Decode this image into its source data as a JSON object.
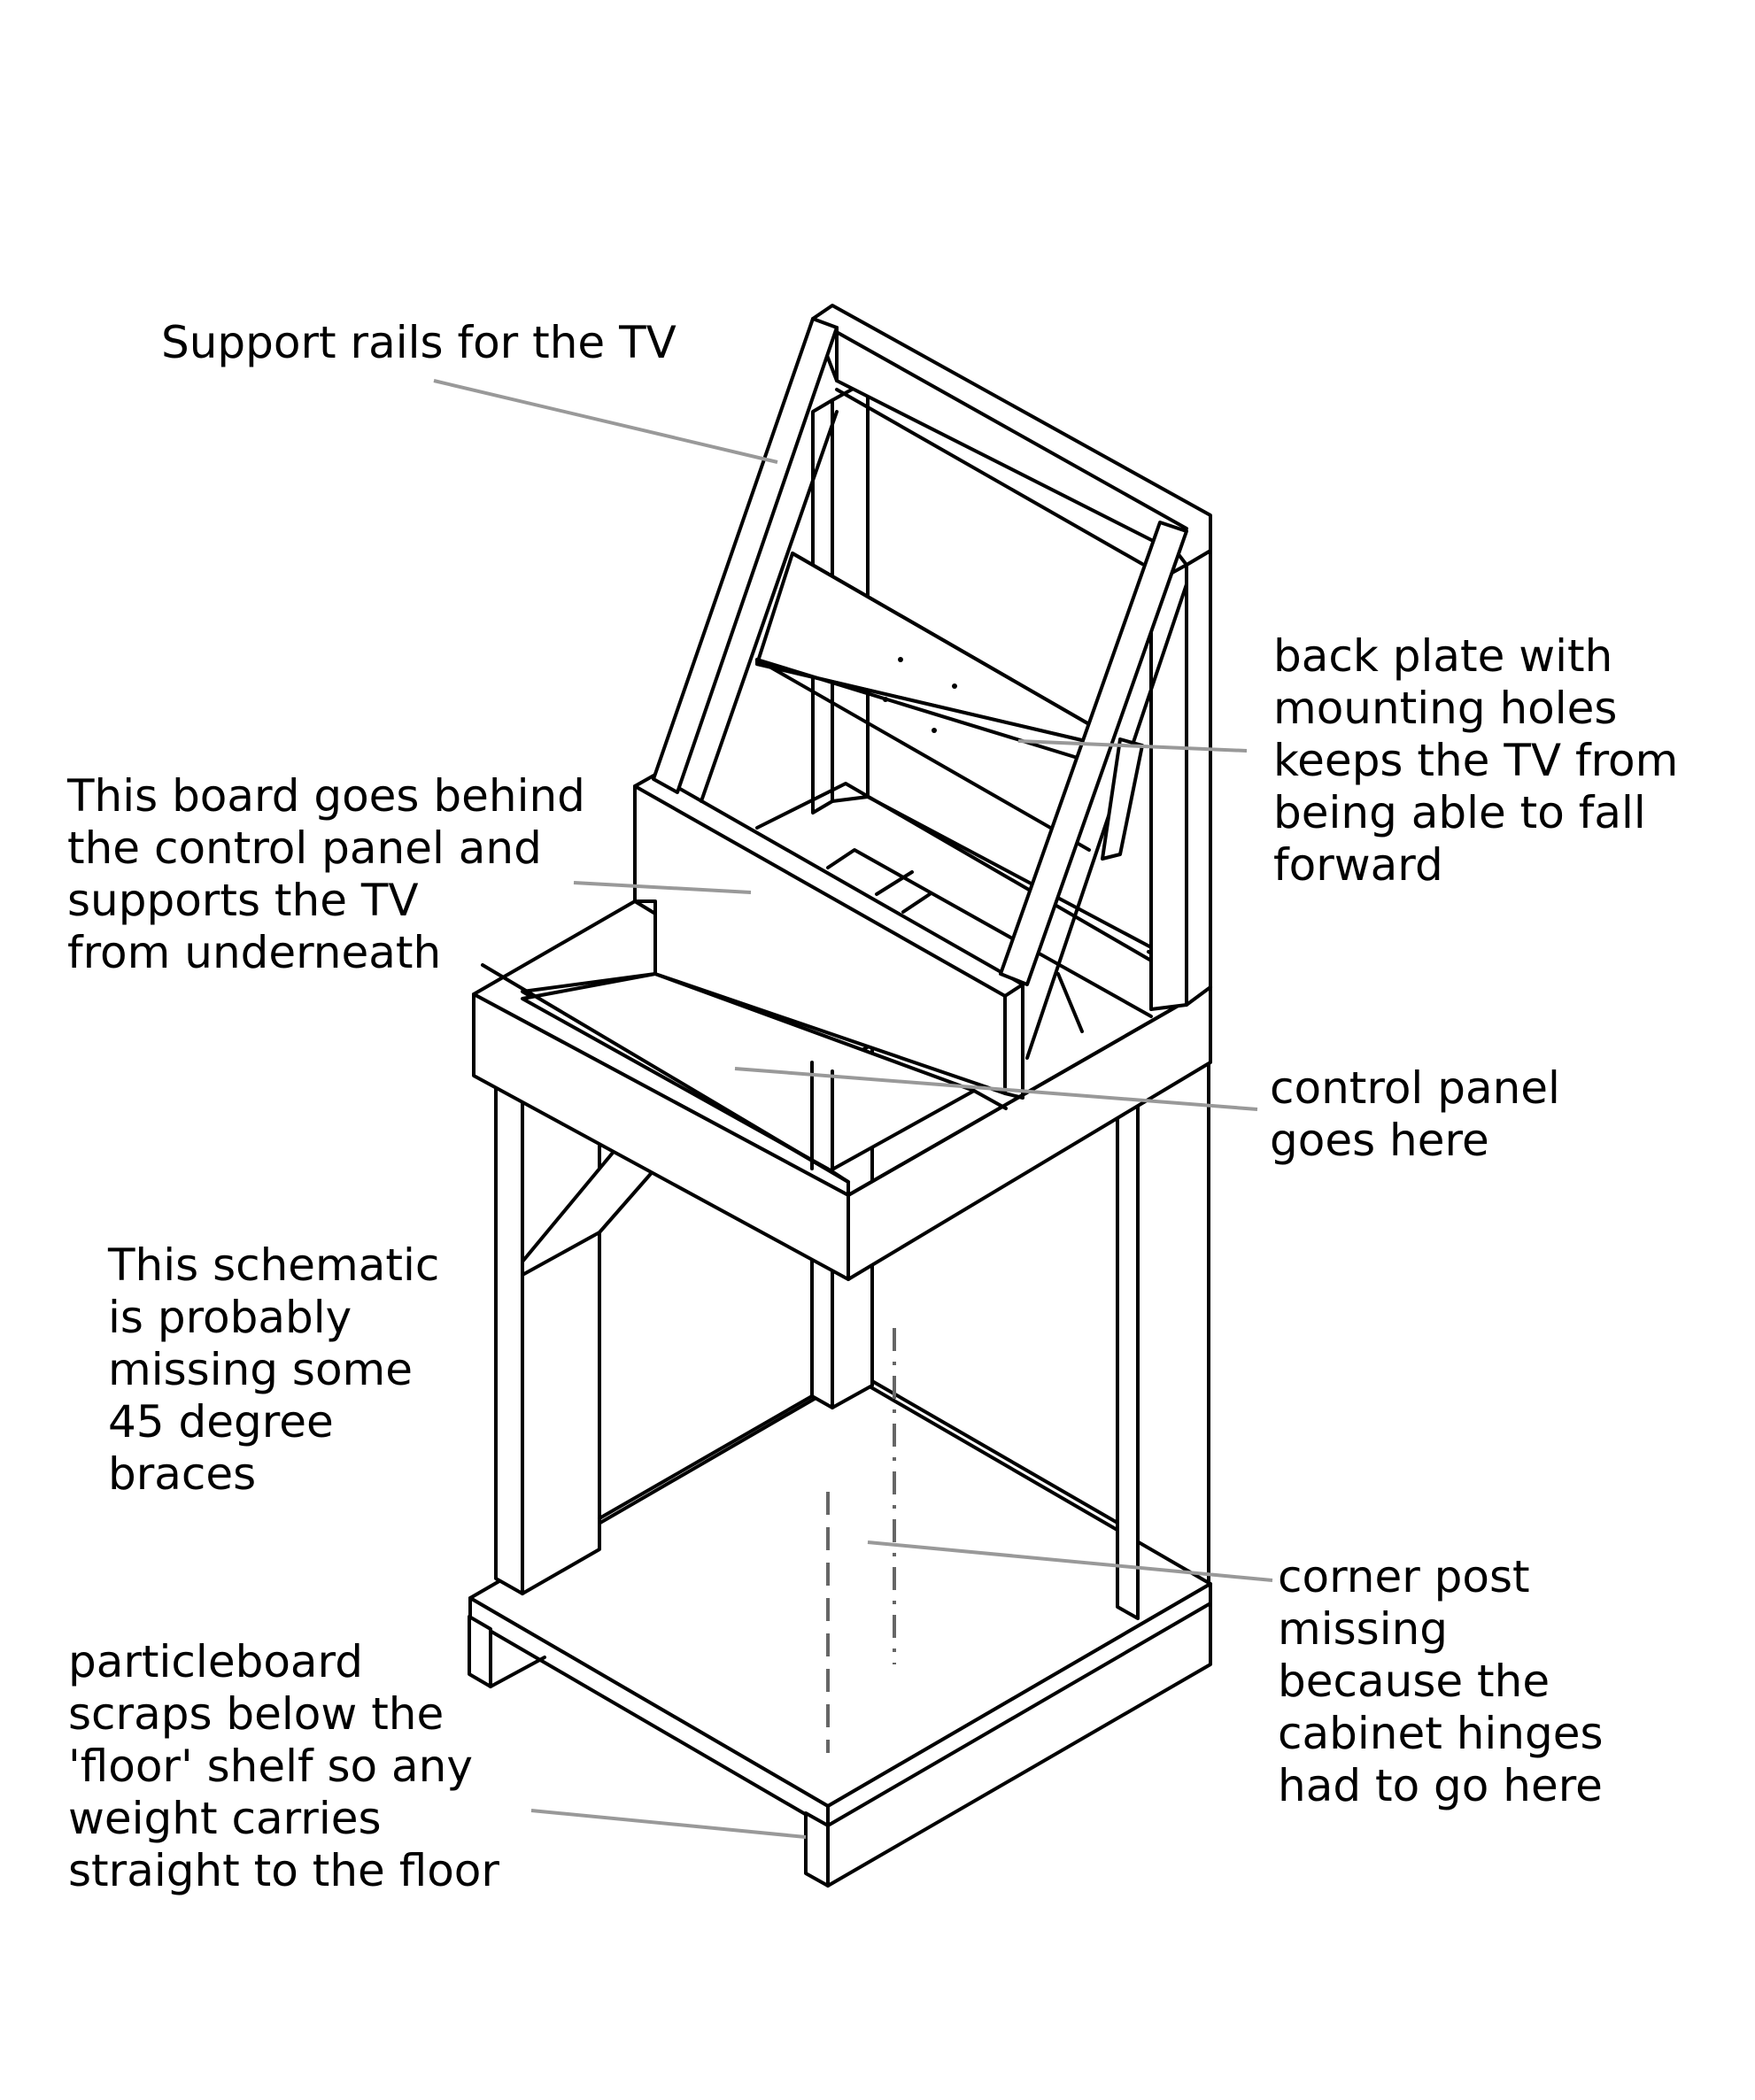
{
  "annotations": {
    "support_rails": "Support rails for the TV",
    "back_plate": "back plate with\nmounting holes\nkeeps the TV from\nbeing able to fall\nforward",
    "behind_board": "This board goes behind\nthe control panel and\nsupports the TV\nfrom underneath",
    "control_panel": "control panel\ngoes here",
    "schematic_note": "This schematic\nis probably\nmissing some\n45 degree\nbraces",
    "corner_post": "corner post\nmissing\nbecause the\ncabinet hinges\nhad to go here",
    "particleboard": "particleboard\nscraps below the\n'floor' shelf so any\nweight carries\nstraight to the floor"
  },
  "colors": {
    "ink": "#000000",
    "leader": "#999999",
    "background": "#ffffff"
  }
}
